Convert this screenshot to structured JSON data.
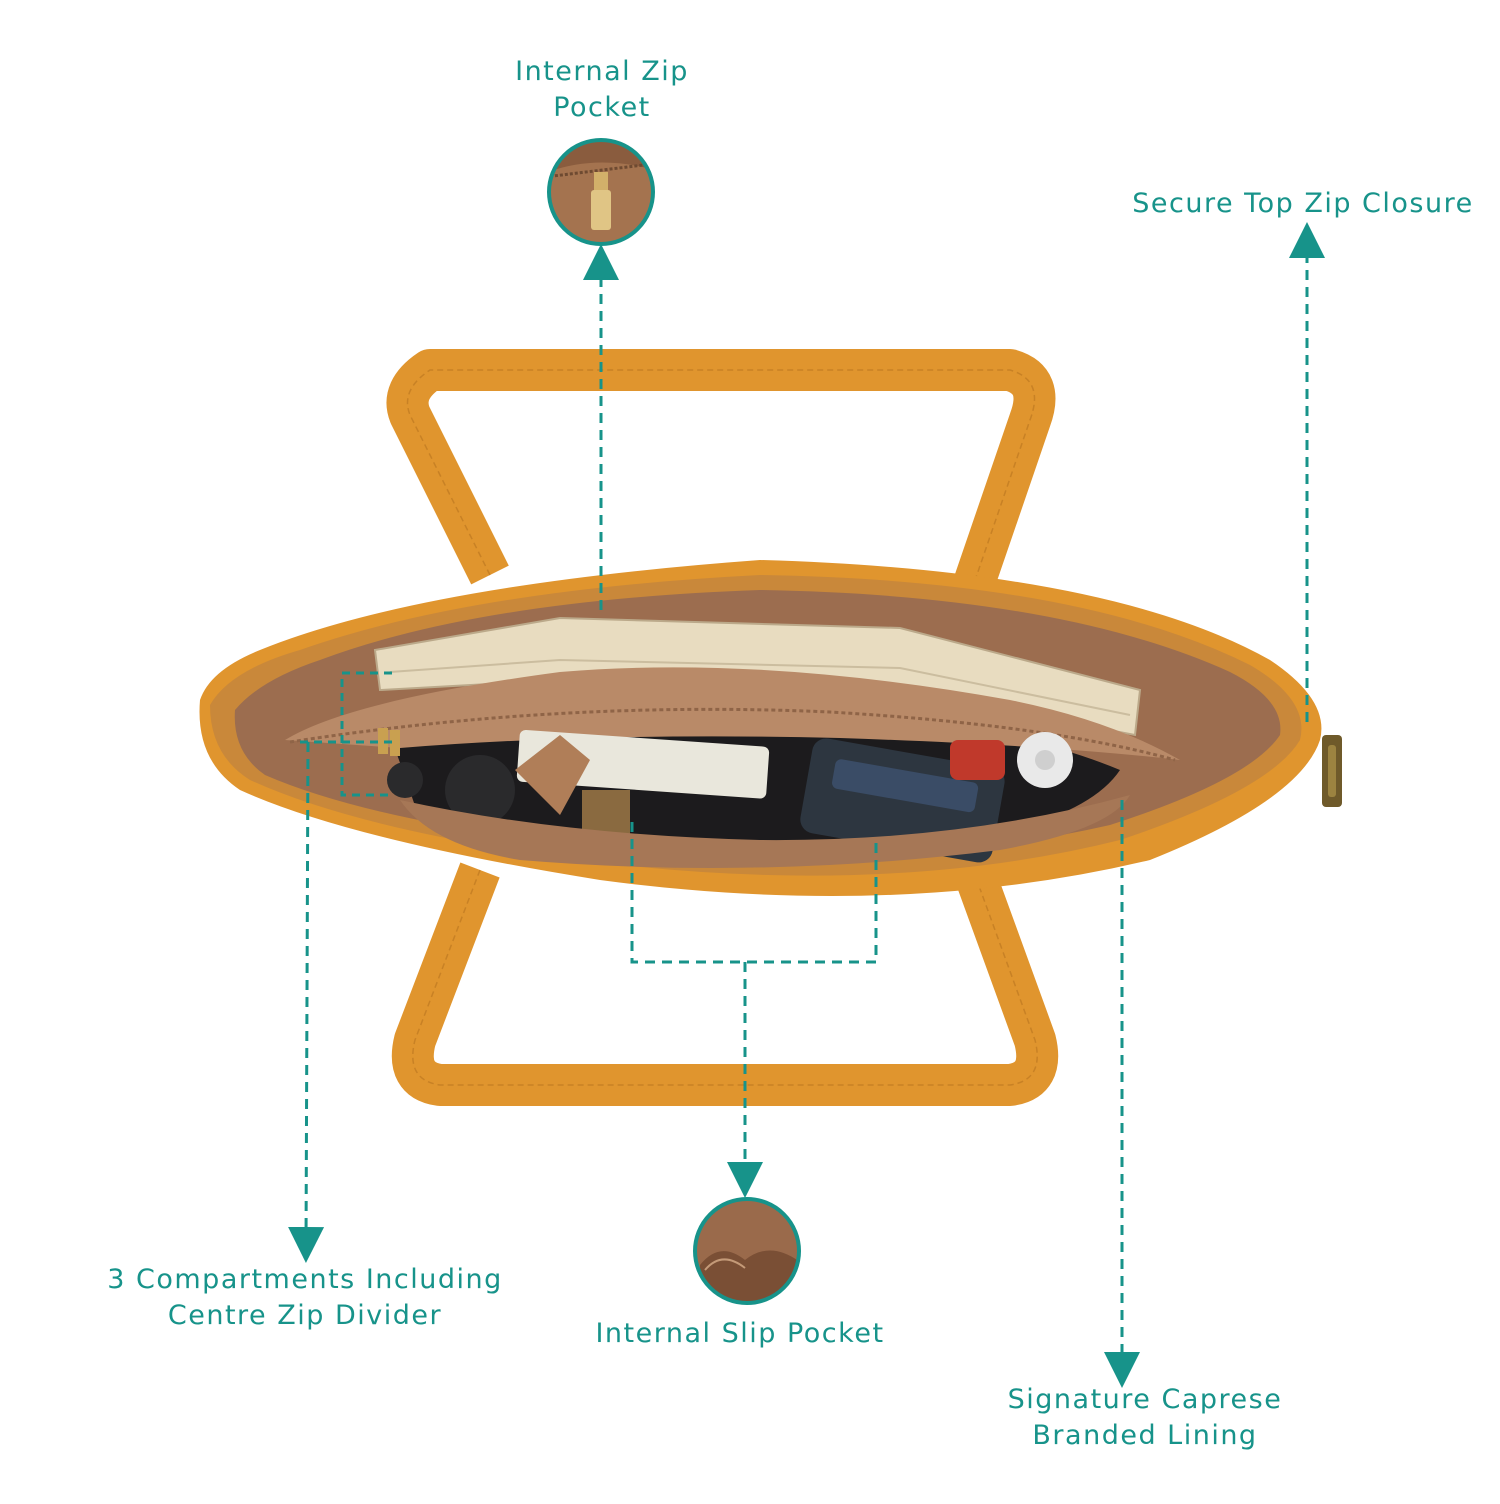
{
  "callouts": {
    "internal_zip_pocket": {
      "line1": "Internal Zip",
      "line2": "Pocket"
    },
    "secure_top_zip": {
      "line1": "Secure Top Zip Closure"
    },
    "three_compartments": {
      "line1": "3 Compartments Including",
      "line2": "Centre Zip Divider"
    },
    "internal_slip_pocket": {
      "line1": "Internal Slip Pocket"
    },
    "signature_lining": {
      "line1": "Signature Caprese",
      "line2": "Branded Lining"
    }
  },
  "colors": {
    "accent": "#17938a",
    "leather": "#e0952e",
    "leather_dark": "#c67a1c",
    "lining": "#9c6d4f",
    "lining_light": "#b98a68",
    "background": "#ffffff"
  },
  "icons": {
    "internal_zip_pocket_thumb": "zip-pull-icon",
    "internal_slip_pocket_thumb": "slip-pocket-icon"
  }
}
